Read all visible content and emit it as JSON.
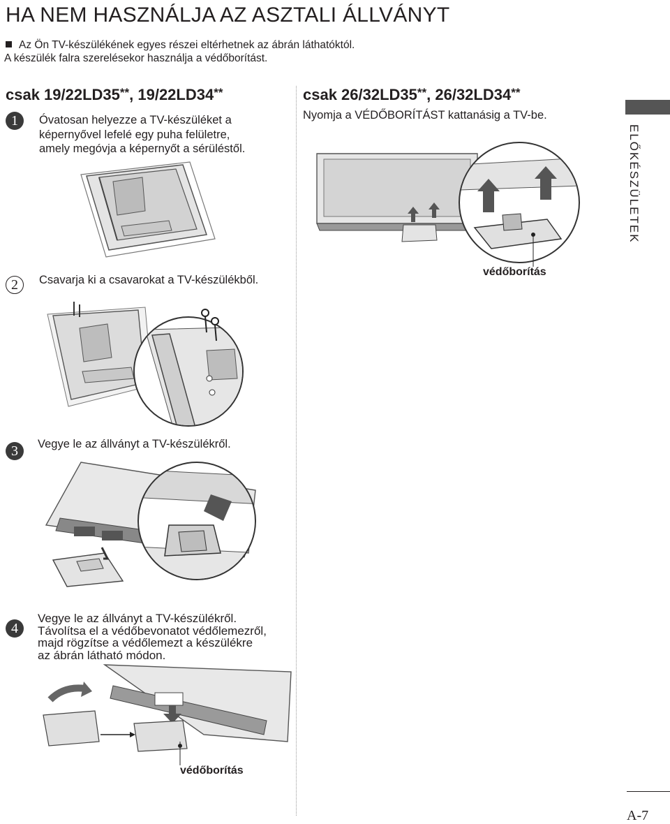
{
  "page": {
    "title": "HA NEM HASZNÁLJA AZ ASZTALI ÁLLVÁNYT",
    "intro_line1": "Az Ön TV-készülékének egyes részei eltérhetnek az ábrán láthatóktól.",
    "intro_line2": "A készülék falra szerelésekor használja a védőborítást.",
    "page_number": "A-7",
    "side_tab": "ELŐKÉSZÜLETEK"
  },
  "left": {
    "heading_main": "csak 19/22LD35",
    "heading_star1": "**",
    "heading_mid": ", 19/22LD34",
    "heading_star2": "**",
    "steps": [
      {
        "number": "1",
        "lines": [
          "Óvatosan helyezze a TV-készüléket a",
          "képernyővel lefelé egy puha felületre,",
          "amely megóvja a képernyőt a sérüléstől."
        ]
      },
      {
        "number": "2",
        "lines": [
          "Csavarja ki a csavarokat a TV-készülékből."
        ]
      },
      {
        "number": "3",
        "lines": [
          "Vegye le az állványt a TV-készülékről."
        ]
      },
      {
        "number": "4",
        "lines": [
          "Vegye le az állványt a TV-készülékről.",
          "Távolítsa el a védőbevonatot védőlemezről,",
          "majd rögzítse a védőlemezt a készülékre",
          "az ábrán látható módon."
        ]
      }
    ],
    "label_cover": "védőborítás"
  },
  "right": {
    "heading_main": "csak 26/32LD35",
    "heading_star1": "**",
    "heading_mid": ", 26/32LD34",
    "heading_star2": "**",
    "instruction": "Nyomja a VÉDŐBORÍTÁST kattanásig a TV-be.",
    "label_cover": "védőborítás"
  }
}
